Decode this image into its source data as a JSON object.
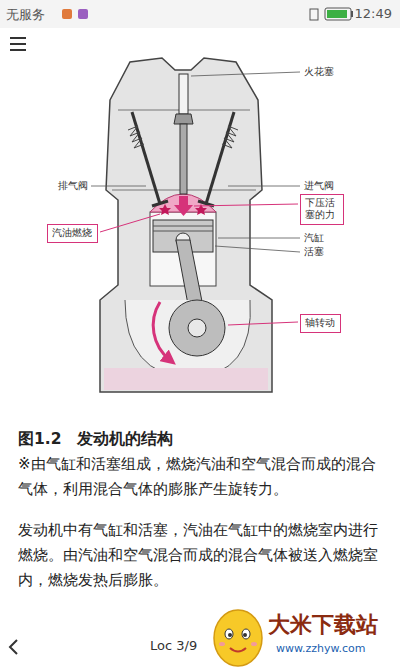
{
  "diagram": {
    "title": "图1.2　发动机的结构",
    "caption": "※由气缸和活塞组成，燃烧汽油和空气混合而成的混合气体，利用混合气体的膨胀产生旋转力。",
    "nodes": [
      {
        "text": [
          "下压活塞的力"
        ]
      },
      {
        "text": [
          "汽油燃烧"
        ]
      },
      {
        "text": [
          "轴转动"
        ]
      }
    ],
    "labels": [
      "无服务",
      "12:49",
      "火花塞",
      "排气阀",
      "进气阀",
      "汽缸",
      "活塞",
      "发动机中有气缸和活塞，汽油在气缸中的燃烧室内进行燃烧。由汽油和空气混合而成的混合气体被送入燃烧室内，燃烧发热后膨胀。",
      "Loc 3/9",
      "大米下载站",
      "www.zzhyw.com"
    ]
  }
}
